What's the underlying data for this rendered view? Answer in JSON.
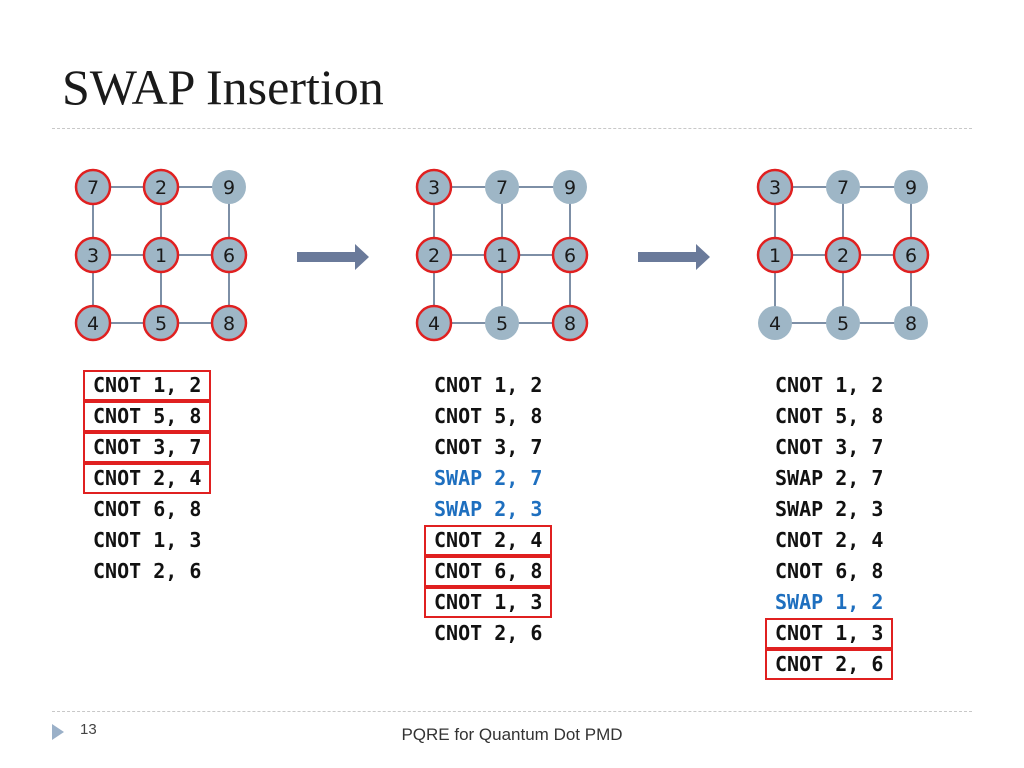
{
  "slide": {
    "title": "SWAP Insertion",
    "page_number": "13",
    "footer": "PQRE for Quantum Dot PMD"
  },
  "colors": {
    "node_fill": "#9eb6c6",
    "highlight": "#e02020",
    "swap_text": "#1e6fbf",
    "arrow": "#6a7a9a",
    "edge": "#7d8fa6"
  },
  "panels": [
    {
      "grid": [
        [
          "7",
          "2",
          "9"
        ],
        [
          "3",
          "1",
          "6"
        ],
        [
          "4",
          "5",
          "8"
        ]
      ],
      "highlighted": [
        "7",
        "2",
        "3",
        "1",
        "4",
        "5",
        "6",
        "8"
      ],
      "instructions": [
        {
          "text": "CNOT 1, 2",
          "swap": false,
          "boxed": true
        },
        {
          "text": "CNOT 5, 8",
          "swap": false,
          "boxed": true
        },
        {
          "text": "CNOT 3, 7",
          "swap": false,
          "boxed": true
        },
        {
          "text": "CNOT 2, 4",
          "swap": false,
          "boxed": true
        },
        {
          "text": "CNOT 6, 8",
          "swap": false,
          "boxed": false
        },
        {
          "text": "CNOT 1, 3",
          "swap": false,
          "boxed": false
        },
        {
          "text": "CNOT 2, 6",
          "swap": false,
          "boxed": false
        }
      ]
    },
    {
      "grid": [
        [
          "3",
          "7",
          "9"
        ],
        [
          "2",
          "1",
          "6"
        ],
        [
          "4",
          "5",
          "8"
        ]
      ],
      "highlighted": [
        "3",
        "2",
        "1",
        "6",
        "4",
        "8"
      ],
      "instructions": [
        {
          "text": "CNOT 1, 2",
          "swap": false,
          "boxed": false
        },
        {
          "text": "CNOT 5, 8",
          "swap": false,
          "boxed": false
        },
        {
          "text": "CNOT 3, 7",
          "swap": false,
          "boxed": false
        },
        {
          "text": "SWAP 2, 7",
          "swap": true,
          "boxed": false
        },
        {
          "text": "SWAP 2, 3",
          "swap": true,
          "boxed": false
        },
        {
          "text": "CNOT 2, 4",
          "swap": false,
          "boxed": true
        },
        {
          "text": "CNOT 6, 8",
          "swap": false,
          "boxed": true
        },
        {
          "text": "CNOT 1, 3",
          "swap": false,
          "boxed": true
        },
        {
          "text": "CNOT 2, 6",
          "swap": false,
          "boxed": false
        }
      ]
    },
    {
      "grid": [
        [
          "3",
          "7",
          "9"
        ],
        [
          "1",
          "2",
          "6"
        ],
        [
          "4",
          "5",
          "8"
        ]
      ],
      "highlighted": [
        "3",
        "1",
        "2",
        "6"
      ],
      "instructions": [
        {
          "text": "CNOT 1, 2",
          "swap": false,
          "boxed": false
        },
        {
          "text": "CNOT 5, 8",
          "swap": false,
          "boxed": false
        },
        {
          "text": "CNOT 3, 7",
          "swap": false,
          "boxed": false
        },
        {
          "text": "SWAP 2, 7",
          "swap": false,
          "boxed": false
        },
        {
          "text": "SWAP 2, 3",
          "swap": false,
          "boxed": false
        },
        {
          "text": "CNOT 2, 4",
          "swap": false,
          "boxed": false
        },
        {
          "text": "CNOT 6, 8",
          "swap": false,
          "boxed": false
        },
        {
          "text": "SWAP 1, 2",
          "swap": true,
          "boxed": false
        },
        {
          "text": "CNOT 1, 3",
          "swap": false,
          "boxed": true
        },
        {
          "text": "CNOT 2, 6",
          "swap": false,
          "boxed": true
        }
      ]
    }
  ]
}
